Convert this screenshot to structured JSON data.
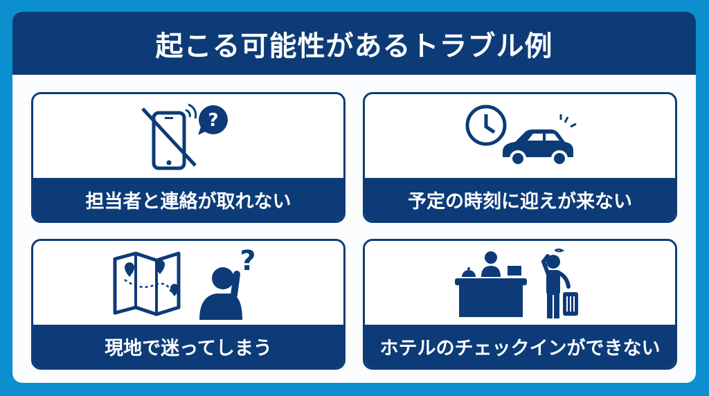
{
  "title": "起こる可能性があるトラブル例",
  "colors": {
    "background": "#0b8fcf",
    "navy": "#0d3b78",
    "panel": "#fbfcfd"
  },
  "cards": [
    {
      "label": "担当者と連絡が取れない",
      "icon": "no-phone-icon"
    },
    {
      "label": "予定の時刻に迎えが来ない",
      "icon": "clock-car-icon"
    },
    {
      "label": "現地で迷ってしまう",
      "icon": "map-confused-person-icon"
    },
    {
      "label": "ホテルのチェックインができない",
      "icon": "hotel-reception-icon"
    }
  ],
  "icon_text": {
    "question": "?"
  }
}
